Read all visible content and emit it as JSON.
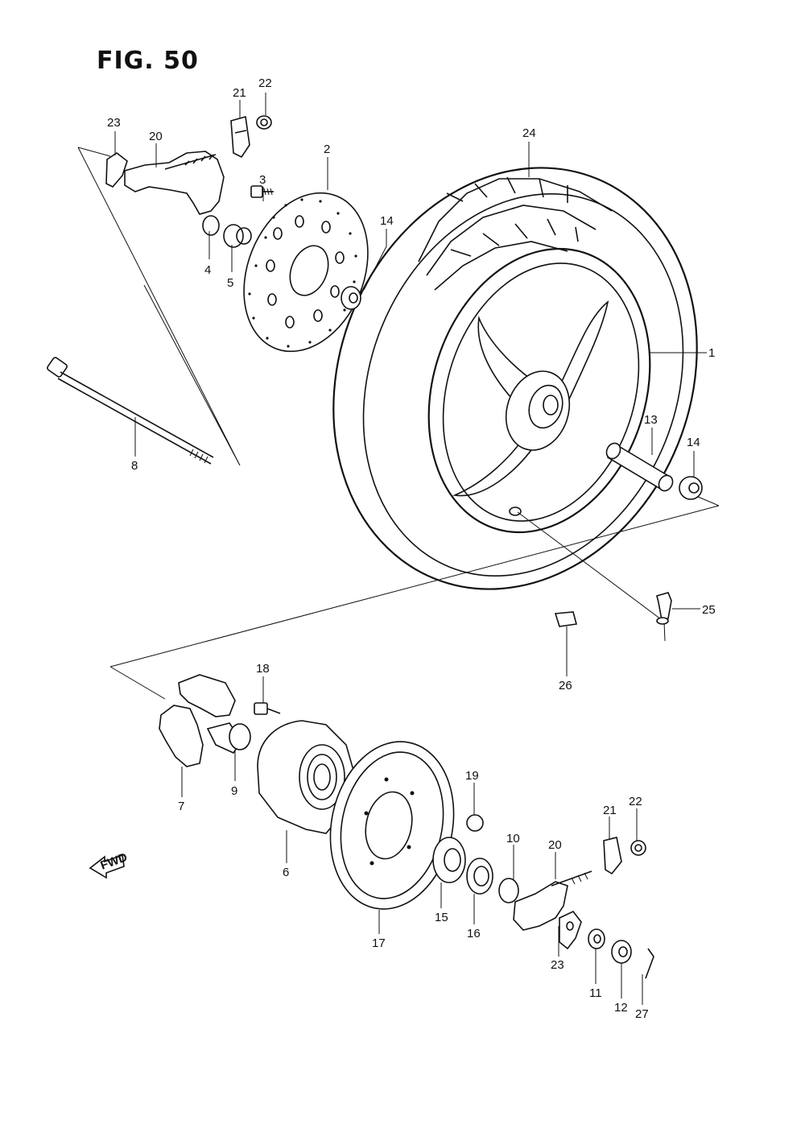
{
  "figure": {
    "title": "FIG. 50"
  },
  "fwd_label": "FWD",
  "callouts": {
    "c1": "1",
    "c2": "2",
    "c3": "3",
    "c4": "4",
    "c5": "5",
    "c6": "6",
    "c7": "7",
    "c8": "8",
    "c9": "9",
    "c10": "10",
    "c11": "11",
    "c12": "12",
    "c13": "13",
    "c14a": "14",
    "c14b": "14",
    "c15": "15",
    "c16": "16",
    "c17": "17",
    "c18": "18",
    "c19": "19",
    "c20a": "20",
    "c20b": "20",
    "c21a": "21",
    "c21b": "21",
    "c22a": "22",
    "c22b": "22",
    "c23a": "23",
    "c23b": "23",
    "c24": "24",
    "c25": "25",
    "c26": "26",
    "c27": "27"
  }
}
